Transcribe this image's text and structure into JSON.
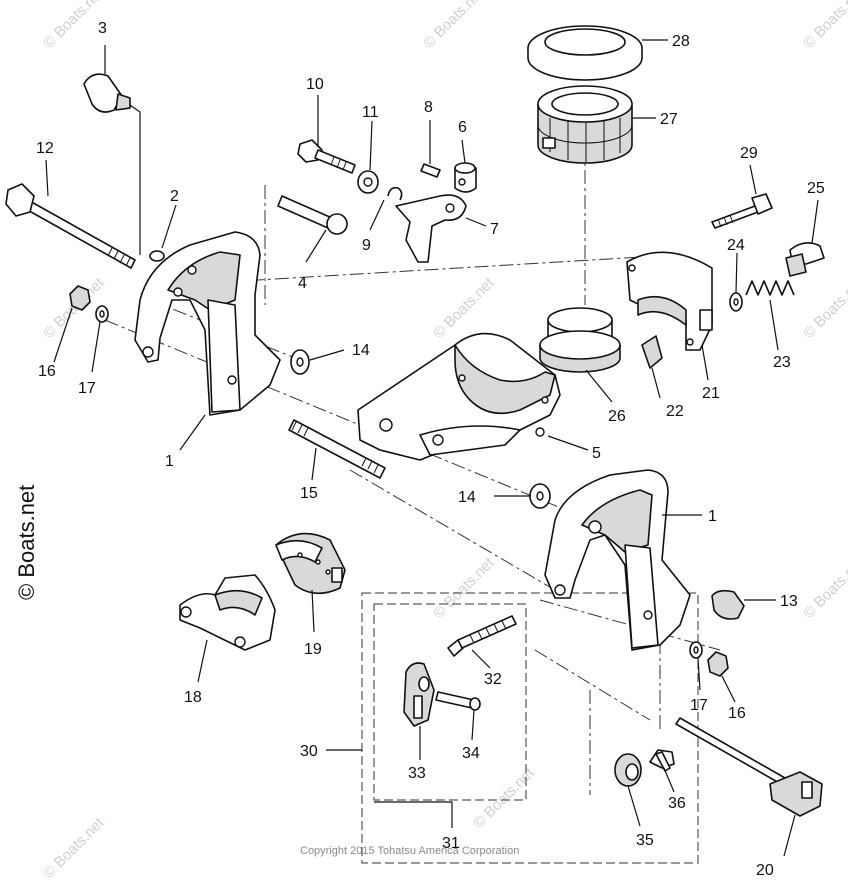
{
  "watermark": {
    "side_text": "© Boats.net",
    "tile_text": "© Boats.net"
  },
  "copyright": "Copyright 2015 Tohatsu America Corporation",
  "callouts": [
    {
      "id": "1a",
      "label": "1"
    },
    {
      "id": "1b",
      "label": "1"
    },
    {
      "id": "2",
      "label": "2"
    },
    {
      "id": "3",
      "label": "3"
    },
    {
      "id": "4",
      "label": "4"
    },
    {
      "id": "5",
      "label": "5"
    },
    {
      "id": "6",
      "label": "6"
    },
    {
      "id": "7",
      "label": "7"
    },
    {
      "id": "8",
      "label": "8"
    },
    {
      "id": "9",
      "label": "9"
    },
    {
      "id": "10",
      "label": "10"
    },
    {
      "id": "11",
      "label": "11"
    },
    {
      "id": "12",
      "label": "12"
    },
    {
      "id": "13",
      "label": "13"
    },
    {
      "id": "14a",
      "label": "14"
    },
    {
      "id": "14b",
      "label": "14"
    },
    {
      "id": "15",
      "label": "15"
    },
    {
      "id": "16a",
      "label": "16"
    },
    {
      "id": "16b",
      "label": "16"
    },
    {
      "id": "17a",
      "label": "17"
    },
    {
      "id": "17b",
      "label": "17"
    },
    {
      "id": "18",
      "label": "18"
    },
    {
      "id": "19",
      "label": "19"
    },
    {
      "id": "20",
      "label": "20"
    },
    {
      "id": "21",
      "label": "21"
    },
    {
      "id": "22",
      "label": "22"
    },
    {
      "id": "23",
      "label": "23"
    },
    {
      "id": "24",
      "label": "24"
    },
    {
      "id": "25",
      "label": "25"
    },
    {
      "id": "26",
      "label": "26"
    },
    {
      "id": "27",
      "label": "27"
    },
    {
      "id": "28",
      "label": "28"
    },
    {
      "id": "29",
      "label": "29"
    },
    {
      "id": "30",
      "label": "30"
    },
    {
      "id": "31",
      "label": "31"
    },
    {
      "id": "32",
      "label": "32"
    },
    {
      "id": "33",
      "label": "33"
    },
    {
      "id": "34",
      "label": "34"
    },
    {
      "id": "35",
      "label": "35"
    },
    {
      "id": "36",
      "label": "36"
    }
  ]
}
